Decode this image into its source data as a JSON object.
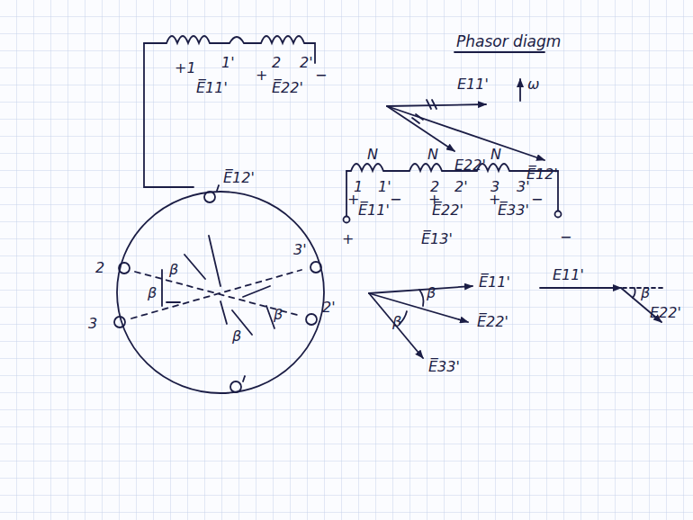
{
  "diagram": {
    "title": "Phasor diagm",
    "labels": [
      "+1",
      "1'",
      "2",
      "2'",
      "+",
      "−",
      "E̅11'",
      "E̅22'",
      "E̅12'",
      "E11'",
      "ω",
      "E22'",
      "E̅12'",
      "2",
      "3",
      "3'",
      "2'",
      "β",
      "β",
      "β",
      "β",
      "N",
      "N",
      "N",
      "1",
      "1'",
      "2",
      "2'",
      "3",
      "3'",
      "+",
      "−",
      "+",
      "+",
      "−",
      "E̅11'",
      "E̅22'",
      "E̅33'",
      "+",
      "−",
      "E̅13'",
      "E̅11'",
      "E̅22'",
      "E̅33'",
      "β",
      "β",
      "E11'",
      "β",
      "E22'"
    ]
  }
}
